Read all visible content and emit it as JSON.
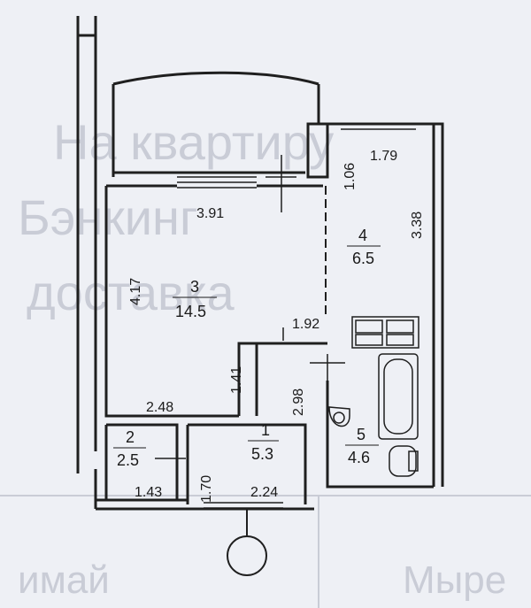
{
  "rooms": [
    {
      "id": "1",
      "area": "5.3"
    },
    {
      "id": "2",
      "area": "2.5"
    },
    {
      "id": "3",
      "area": "14.5"
    },
    {
      "id": "4",
      "area": "6.5"
    },
    {
      "id": "5",
      "area": "4.6"
    }
  ],
  "dimensions": {
    "living_width": "3.91",
    "living_depth": "4.17",
    "living_bottom": "2.48",
    "living_notch": "1.41",
    "kitchen_top_short": "1.06",
    "kitchen_top": "1.79",
    "kitchen_depth": "3.38",
    "bath_width": "1.92",
    "hall_depth": "2.98",
    "hall_width": "2.24",
    "hall_left": "1.70",
    "closet_width": "1.43"
  },
  "watermark": {
    "line1": "На квартиру",
    "line2": "Бэнкинг",
    "line3": "доставка",
    "line4": "Мыре",
    "line5": "имай"
  }
}
